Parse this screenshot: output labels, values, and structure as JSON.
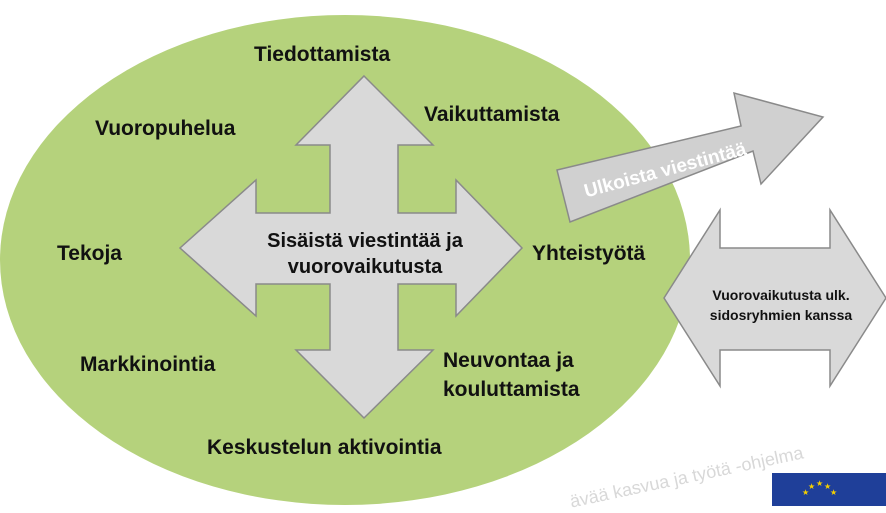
{
  "diagram": {
    "center_label_line1": "Sisäistä viestintää ja",
    "center_label_line2": "vuorovaikutusta",
    "labels": {
      "top": "Tiedottamista",
      "top_left": "Vuoropuhelua",
      "top_right": "Vaikuttamista",
      "left": "Tekoja",
      "right": "Yhteistyötä",
      "bottom_left": "Markkinointia",
      "bottom_right_line1": "Neuvontaa ja",
      "bottom_right_line2": "kouluttamista",
      "bottom": "Keskustelun aktivointia"
    },
    "external_arrow_label": "Ulkoista viestintää",
    "double_arrow_line1": "Vuorovaikutusta ulk.",
    "double_arrow_line2": "sidosryhmien kanssa"
  },
  "footer": {
    "watermark_text": "ävää kasvua ja työtä -ohjelma"
  },
  "colors": {
    "ellipse_fill": "#b5d27c",
    "arrow_fill": "#d9d9d9",
    "arrow_stroke": "#8a8a8a",
    "external_arrow_fill": "#d0d0d0",
    "eu_flag_blue": "#1f3f99",
    "eu_flag_star": "#f5d000"
  },
  "icons": {
    "eu_flag": "eu-flag-icon"
  }
}
